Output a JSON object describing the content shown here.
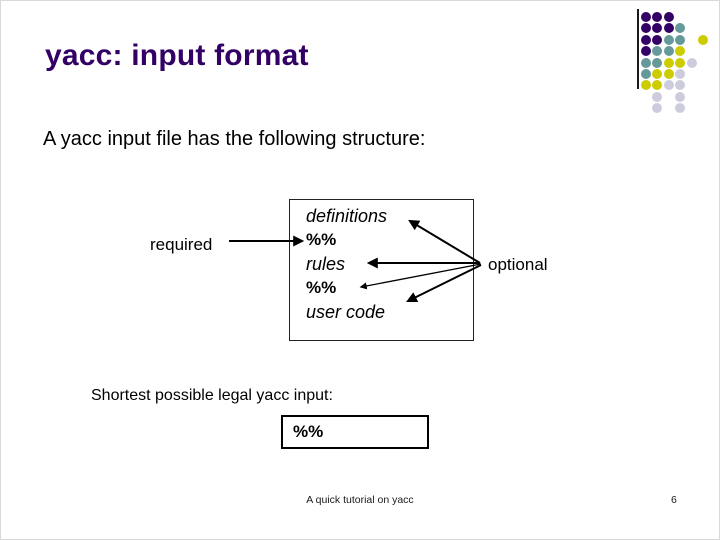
{
  "slide": {
    "title": "yacc: input format",
    "body_line": "A yacc input file has the following structure:",
    "footer": {
      "text": "A quick tutorial on yacc",
      "page_number": "6"
    }
  },
  "diagram": {
    "required_label": "required",
    "optional_label": "optional",
    "box_lines": [
      {
        "text": "definitions",
        "style": "italic"
      },
      {
        "text": "%%",
        "style": "bold"
      },
      {
        "text": "rules",
        "style": "italic"
      },
      {
        "text": "%%",
        "style": "bold"
      },
      {
        "text": "user code",
        "style": "italic"
      }
    ]
  },
  "shortest": {
    "caption": "Shortest possible legal yacc input:",
    "box_text": "%%"
  },
  "colors": {
    "title_text": "#330066",
    "body_text": "#000000",
    "arrow": "#000000",
    "dot_purple": "#330066",
    "dot_teal": "#669999",
    "dot_yellow": "#cccc00",
    "dot_lavender": "#ccccdd"
  },
  "decor": {
    "dot_pattern_rows": [
      "PPP",
      "PPPT",
      "PPTT.Y",
      "PTTY",
      "TTYYG",
      "TYYG",
      "YYGG",
      ".G.G",
      ".G.G"
    ],
    "dot_legend": {
      "P": "dot_purple",
      "T": "dot_teal",
      "Y": "dot_yellow",
      "G": "dot_lavender"
    }
  }
}
